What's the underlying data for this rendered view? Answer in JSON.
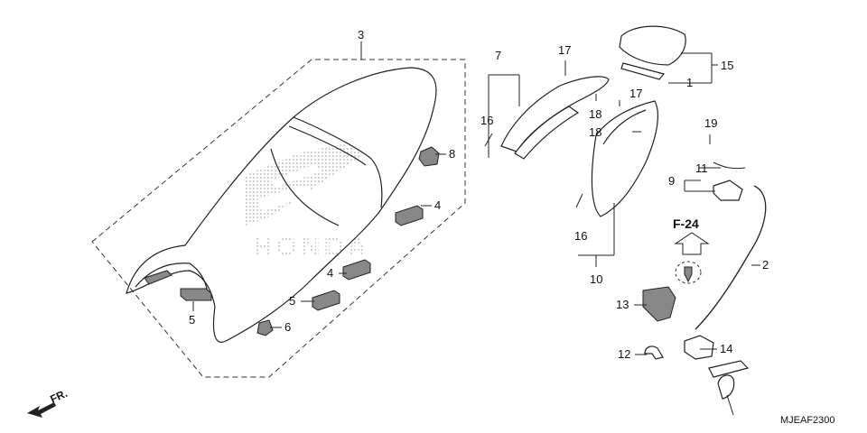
{
  "diagram": {
    "callouts": {
      "c1": "1",
      "c2": "2",
      "c3": "3",
      "c4a": "4",
      "c4b": "4",
      "c5a": "5",
      "c5b": "5",
      "c6": "6",
      "c7": "7",
      "c8": "8",
      "c9": "9",
      "c10": "10",
      "c11": "11",
      "c12": "12",
      "c13": "13",
      "c14": "14",
      "c15": "15",
      "c16a": "16",
      "c16b": "16",
      "c17a": "17",
      "c17b": "17",
      "c18a": "18",
      "c18b": "18",
      "c19": "19"
    },
    "reference": "F-24",
    "front_indicator": "FR.",
    "watermark": "HONDA",
    "diagram_code": "MJEAF2300"
  }
}
